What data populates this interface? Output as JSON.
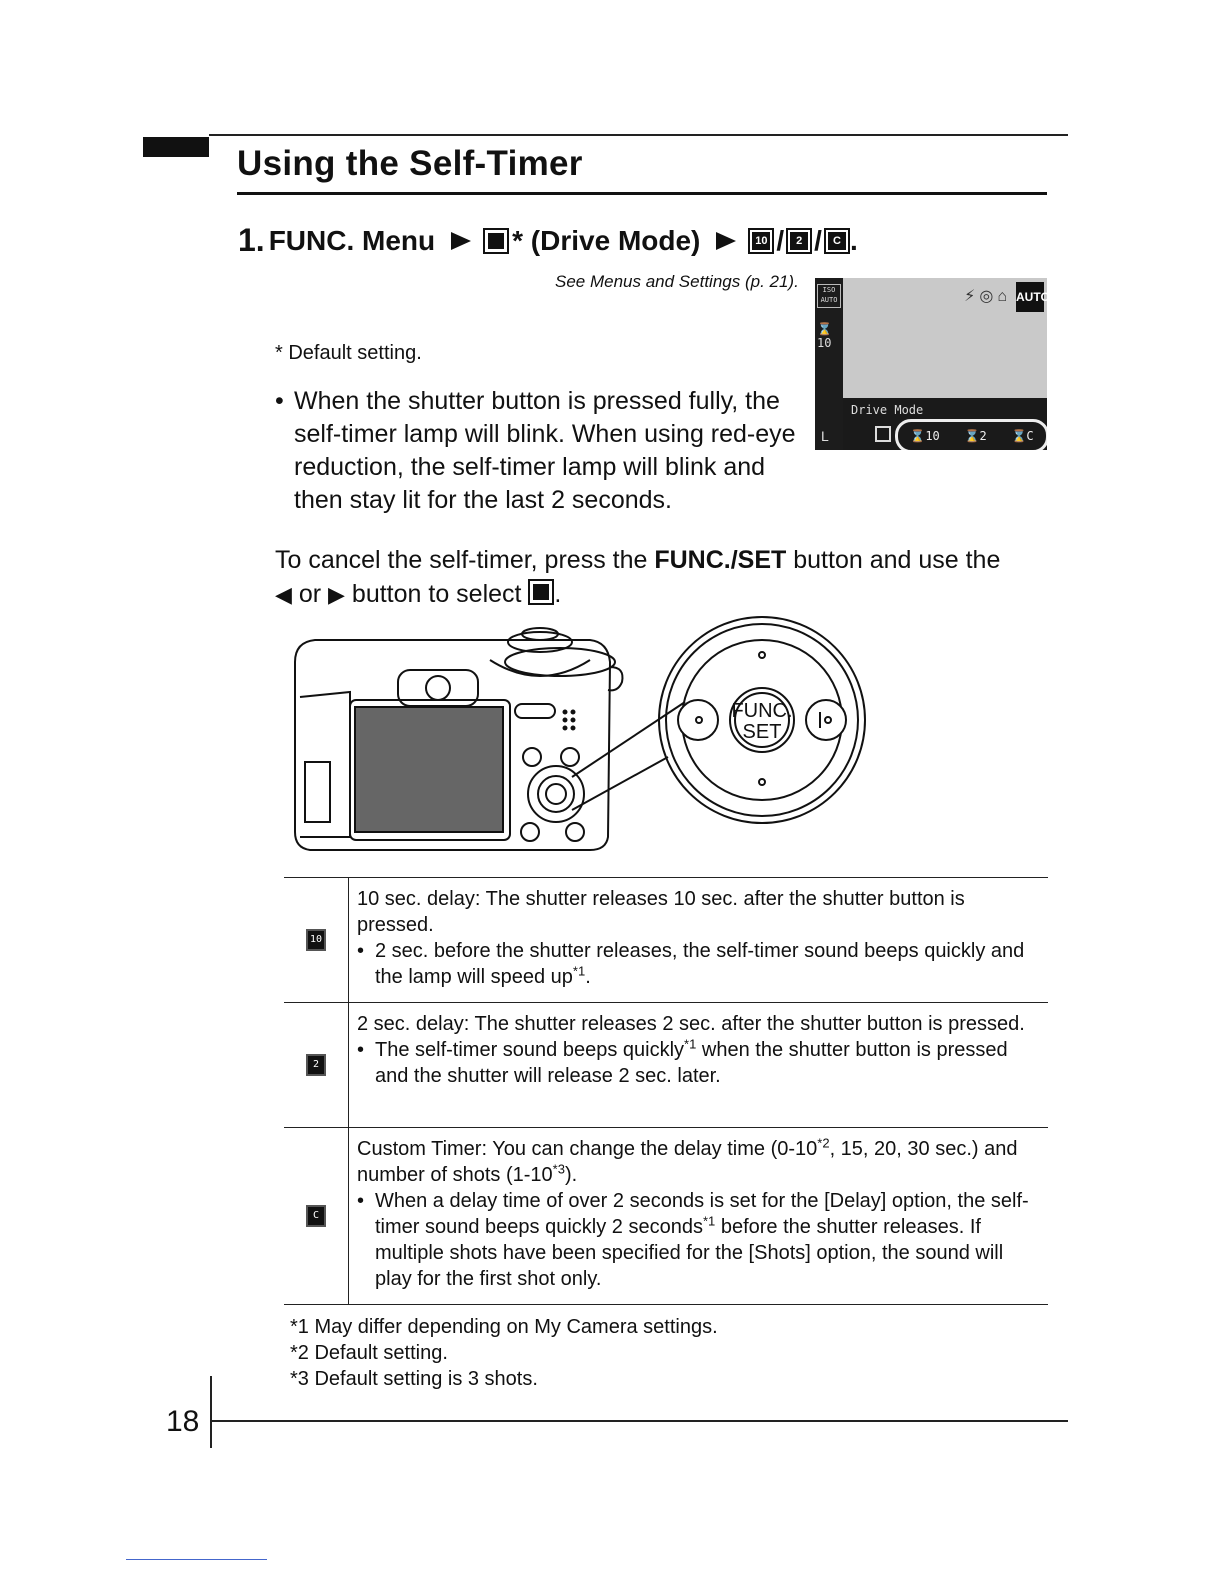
{
  "header": {
    "title": "Using the Self-Timer"
  },
  "step": {
    "number": "1.",
    "prefix": "FUNC. Menu",
    "drive_label": "* (Drive Mode)",
    "icon_drive": "drive-single-icon",
    "options_icons": [
      "self-timer-10s-icon",
      "self-timer-2s-icon",
      "custom-timer-icon"
    ],
    "sep": "/",
    "end": "."
  },
  "see_ref": "See Menus and Settings (p. 21).",
  "default_note": "* Default setting.",
  "bullet_text": "When the shutter button is pressed fully, the self-timer lamp will blink. When using red-eye reduction, the self-timer lamp will blink and then stay lit for the last 2 seconds.",
  "cancel": {
    "part1": "To cancel the self-timer, press the ",
    "bold": "FUNC./SET",
    "part2": " button and use the",
    "or": " or ",
    "part3": " button to select ",
    "end": "."
  },
  "lcd": {
    "iso": "ISO AUTO",
    "left_icon": "⌛10",
    "auto": "AUTO",
    "icons": "⚡◎⌂",
    "drive_mode": "Drive Mode",
    "opt1": "⌛10",
    "opt2": "⌛2",
    "opt3": "⌛C",
    "l": "L"
  },
  "camera": {
    "func": "FUNC.",
    "set": "SET"
  },
  "table": [
    {
      "icon_text": "10",
      "main": "10 sec. delay: The shutter releases 10 sec. after the shutter button is pressed.",
      "bullet_a": "2 sec. before the shutter releases, the self-timer sound beeps quickly and the lamp will speed up",
      "sup": "*1",
      "bullet_b": "."
    },
    {
      "icon_text": "2",
      "main": "2 sec. delay: The shutter releases 2 sec. after the shutter button is pressed.",
      "bullet_a": "The self-timer sound beeps quickly",
      "sup": "*1",
      "bullet_b": " when the shutter button is pressed and the shutter will release 2 sec. later."
    },
    {
      "icon_text": "C",
      "main_a": "Custom Timer: You can change the delay time (0-10",
      "sup1": "*2",
      "main_b": ", 15, 20, 30 sec.) and number of shots (1-10",
      "sup2": "*3",
      "main_c": ").",
      "bullet_a": "When a delay time of over 2 seconds is set for the [Delay] option, the self-timer sound beeps quickly 2 seconds",
      "sup": "*1",
      "bullet_b": " before the shutter releases. If multiple shots have been specified for the [Shots] option, the sound will play for the first shot only."
    }
  ],
  "footnotes": [
    "*1  May differ depending on My Camera settings.",
    "*2  Default setting.",
    "*3  Default setting is 3 shots."
  ],
  "page_number": "18"
}
